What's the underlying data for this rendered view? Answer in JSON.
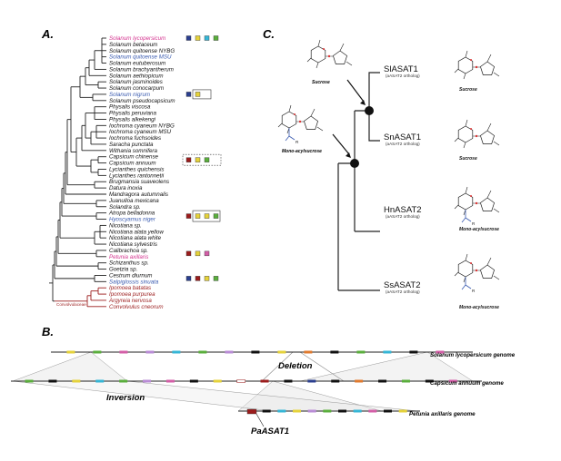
{
  "panels": {
    "a": "A.",
    "b": "B.",
    "c": "C."
  },
  "colors": {
    "magenta": "#d4338f",
    "blue": "#3a5bb0",
    "red": "#9b1c1c",
    "black": "#111111",
    "sq_red": "#9b1c1c",
    "sq_yellow": "#e5d23a",
    "sq_cyan": "#35b6d6",
    "sq_green": "#5aae3c",
    "sq_magenta": "#d35ea7",
    "sq_blue": "#2b3f8f"
  },
  "species": [
    {
      "name": "Solanum lycopersicum",
      "color": "magenta"
    },
    {
      "name": "Solanum betaceum",
      "color": "black"
    },
    {
      "name": "Solanum quitoense NYBG",
      "color": "black"
    },
    {
      "name": "Solanum quitoense MSU",
      "color": "blue"
    },
    {
      "name": "Solanum eutuberosum",
      "color": "black"
    },
    {
      "name": "Solanum brachyantherum",
      "color": "black"
    },
    {
      "name": "Solanum aethiopicum",
      "color": "black"
    },
    {
      "name": "Solanum jasminoides",
      "color": "black"
    },
    {
      "name": "Solanum conocarpum",
      "color": "black"
    },
    {
      "name": "Solanum nigrum",
      "color": "blue"
    },
    {
      "name": "Solanum pseudocapsicum",
      "color": "black"
    },
    {
      "name": "Physalis viscosa",
      "color": "black"
    },
    {
      "name": "Physalis peruviana",
      "color": "black"
    },
    {
      "name": "Physalis alkekengi",
      "color": "black"
    },
    {
      "name": "Iochroma cyaneum NYBG",
      "color": "black"
    },
    {
      "name": "Iochroma cyaneum MSU",
      "color": "black"
    },
    {
      "name": "Iochroma fuchsoides",
      "color": "black"
    },
    {
      "name": "Saracha punctata",
      "color": "black"
    },
    {
      "name": "Withania somnifera",
      "color": "black"
    },
    {
      "name": "Capsicum chinense",
      "color": "black"
    },
    {
      "name": "Capsicum annuum",
      "color": "black"
    },
    {
      "name": "Lycianthes quichensis",
      "color": "black"
    },
    {
      "name": "Lycianthes rantonnetii",
      "color": "black"
    },
    {
      "name": "Brugmansia suaveolens",
      "color": "black"
    },
    {
      "name": "Datura inoxia",
      "color": "black"
    },
    {
      "name": "Mandragora autumnalis",
      "color": "black"
    },
    {
      "name": "Juanulloa mexicana",
      "color": "black"
    },
    {
      "name": "Solandra sp.",
      "color": "black"
    },
    {
      "name": "Atropa belladonna",
      "color": "black"
    },
    {
      "name": "Hyoscyamus niger",
      "color": "blue"
    },
    {
      "name": "Nicotiana sp.",
      "color": "black"
    },
    {
      "name": "Nicotiana alata yellow",
      "color": "black"
    },
    {
      "name": "Nicotiana alata white",
      "color": "black"
    },
    {
      "name": "Nicotiana sylvestris",
      "color": "black"
    },
    {
      "name": "Calibrachoa sp.",
      "color": "black"
    },
    {
      "name": "Petunia axillaris",
      "color": "magenta"
    },
    {
      "name": "Schizanthus sp.",
      "color": "black"
    },
    {
      "name": "Goetzia sp.",
      "color": "black"
    },
    {
      "name": "Cestrum diurnum",
      "color": "black"
    },
    {
      "name": "Salpiglossis sinuata",
      "color": "blue"
    },
    {
      "name": "Ipomoea batatas",
      "color": "red"
    },
    {
      "name": "Ipomoea purpurea",
      "color": "red"
    },
    {
      "name": "Argyreia nervosa",
      "color": "red"
    },
    {
      "name": "Convolvulus cneorum",
      "color": "red"
    }
  ],
  "convolvulaceae_label": "Convolvulaceae",
  "squares": [
    {
      "row": 0,
      "colors": [
        "sq_blue",
        "sq_yellow",
        "sq_cyan",
        "sq_green"
      ]
    },
    {
      "row": 9,
      "colors": [
        "sq_blue",
        "sq_yellow"
      ]
    },
    {
      "row": 19.5,
      "colors": [
        "sq_red",
        "sq_yellow",
        "sq_green"
      ]
    },
    {
      "row": 28.5,
      "colors": [
        "sq_red",
        "sq_yellow",
        "sq_yellow",
        "sq_green"
      ]
    },
    {
      "row": 34.5,
      "colors": [
        "sq_red",
        "sq_yellow",
        "sq_magenta"
      ]
    },
    {
      "row": 38.5,
      "colors": [
        "sq_blue",
        "sq_red",
        "sq_yellow",
        "sq_green"
      ]
    }
  ],
  "panel_c": {
    "substrate_top": "Sucrose",
    "substrate_mid": "Mono-acylsucrose",
    "enzymes": [
      {
        "name": "SlASAT1",
        "sub": "(aASAT2 ortholog)",
        "product": "Sucrose"
      },
      {
        "name": "SnASAT1",
        "sub": "(aASAT2 ortholog)",
        "product": "Sucrose"
      },
      {
        "name": "HnASAT2",
        "sub": "(aASAT2 ortholog)",
        "product": "Mono-acylsucrose"
      },
      {
        "name": "SsASAT2",
        "sub": "(aASAT2 ortholog)",
        "product": "Mono-acylsucrose"
      }
    ],
    "r_label": "R"
  },
  "panel_b": {
    "genome1": "Solanum lycopersicum genome",
    "genome2": "Capsicum  annuum genome",
    "genome3": "Petunia axillaris genome",
    "deletion": "Deletion",
    "inversion": "Inversion",
    "gene": "PaASAT1"
  }
}
